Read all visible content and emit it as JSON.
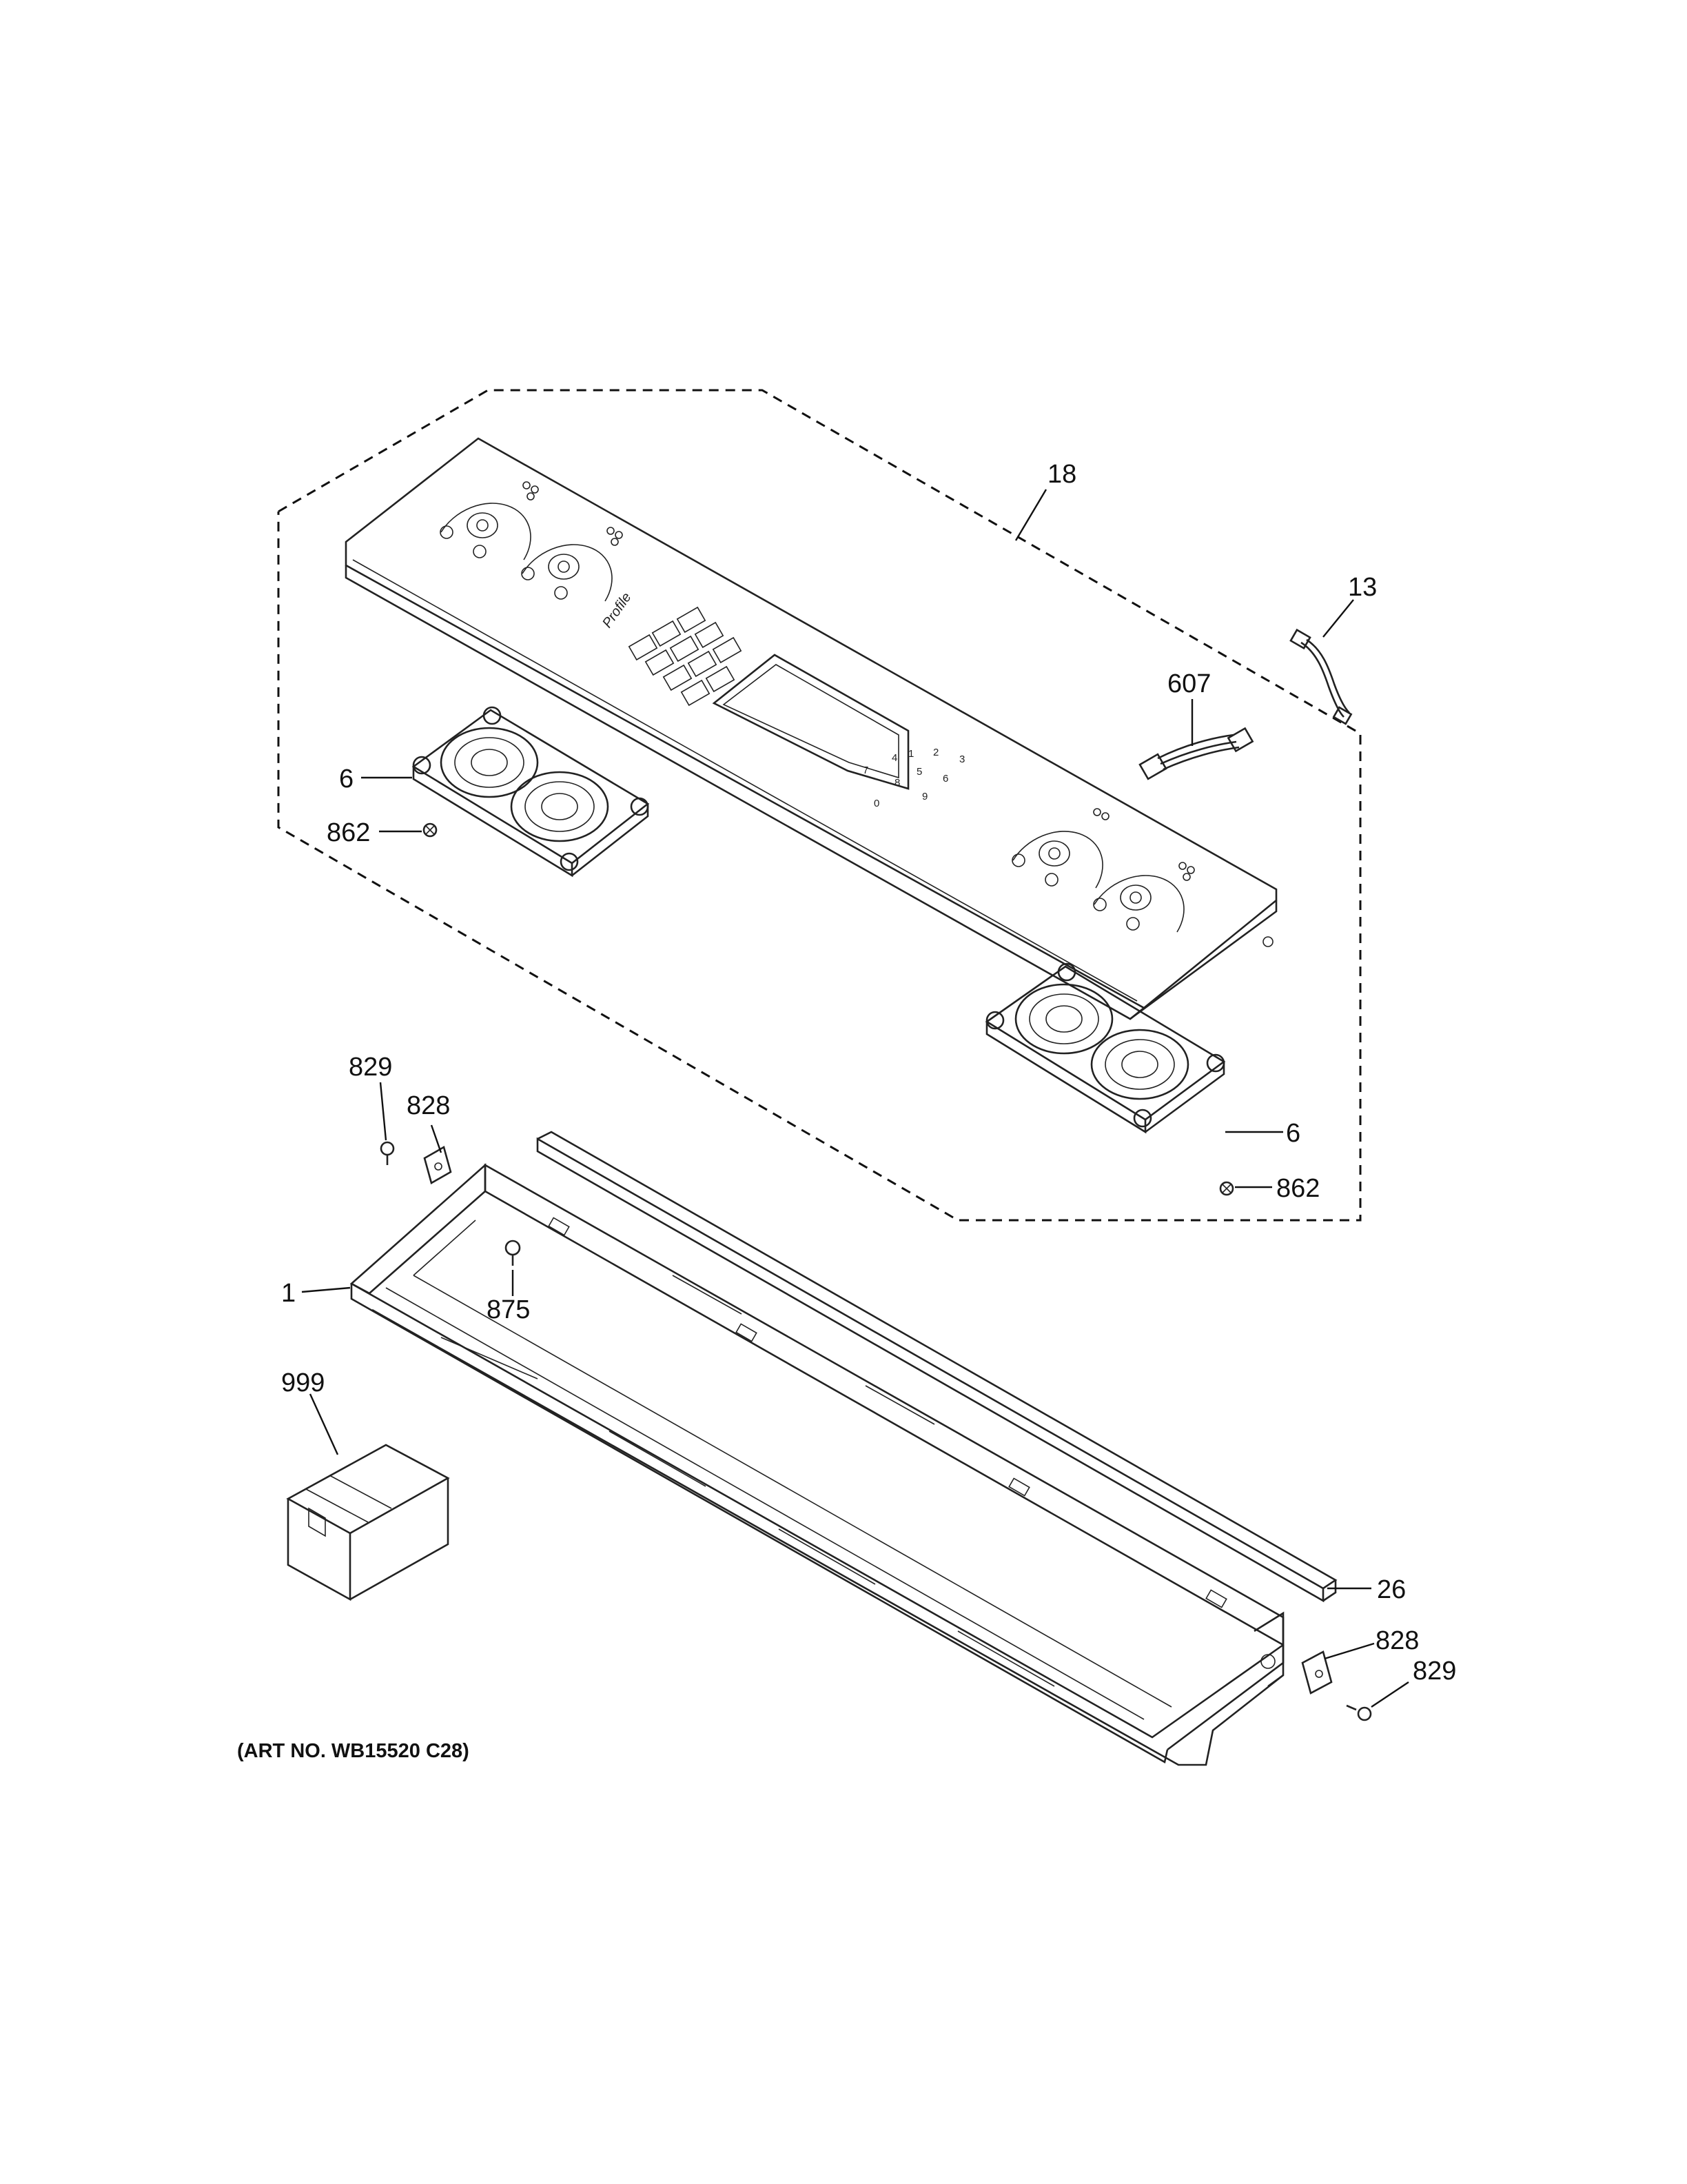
{
  "art_number": "(ART NO. WB15520 C28)",
  "callouts": [
    {
      "id": "c18",
      "label": "18"
    },
    {
      "id": "c13",
      "label": "13"
    },
    {
      "id": "c607",
      "label": "607"
    },
    {
      "id": "c6a",
      "label": "6"
    },
    {
      "id": "c862a",
      "label": "862"
    },
    {
      "id": "c6b",
      "label": "6"
    },
    {
      "id": "c862b",
      "label": "862"
    },
    {
      "id": "c829a",
      "label": "829"
    },
    {
      "id": "c828a",
      "label": "828"
    },
    {
      "id": "c1",
      "label": "1"
    },
    {
      "id": "c875",
      "label": "875"
    },
    {
      "id": "c999",
      "label": "999"
    },
    {
      "id": "c26",
      "label": "26"
    },
    {
      "id": "c828b",
      "label": "828"
    },
    {
      "id": "c829b",
      "label": "829"
    }
  ],
  "panel_text": {
    "brand": "Profile",
    "keypad": [
      "1",
      "2",
      "3",
      "4",
      "5",
      "6",
      "7",
      "8",
      "9",
      "0"
    ]
  }
}
